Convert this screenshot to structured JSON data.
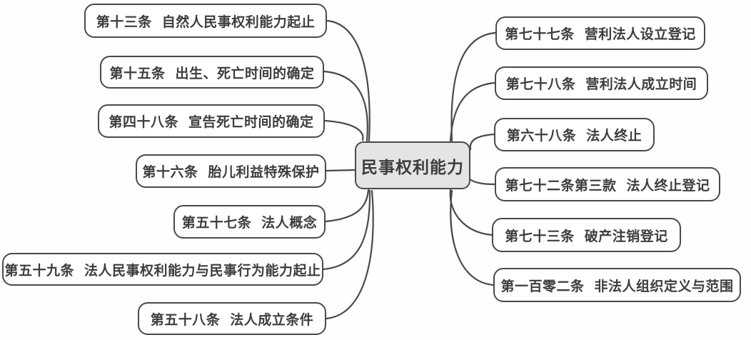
{
  "diagram": {
    "type": "mindmap",
    "center": {
      "label": "民事权利能力"
    },
    "left_branches": [
      {
        "article": "第十三条",
        "title": "自然人民事权利能力起止"
      },
      {
        "article": "第十五条",
        "title": "出生、死亡时间的确定"
      },
      {
        "article": "第四十八条",
        "title": "宣告死亡时间的确定"
      },
      {
        "article": "第十六条",
        "title": "胎儿利益特殊保护"
      },
      {
        "article": "第五十七条",
        "title": "法人概念"
      },
      {
        "article": "第五十九条",
        "title": "法人民事权利能力与民事行为能力起止"
      },
      {
        "article": "第五十八条",
        "title": "法人成立条件"
      }
    ],
    "right_branches": [
      {
        "article": "第七十七条",
        "title": "营利法人设立登记"
      },
      {
        "article": "第七十八条",
        "title": "营利法人成立时间"
      },
      {
        "article": "第六十八条",
        "title": "法人终止"
      },
      {
        "article": "第七十二条第三款",
        "title": "法人终止登记"
      },
      {
        "article": "第七十三条",
        "title": "破产注销登记"
      },
      {
        "article": "第一百零二条",
        "title": "非法人组织定义与范围"
      }
    ],
    "colors": {
      "node_border": "#4a4a4a",
      "node_fill": "#ffffff",
      "center_fill": "#e4e4e4",
      "text": "#3d3d3d",
      "connector": "#4a4a4a",
      "background": "#fefefe"
    }
  }
}
